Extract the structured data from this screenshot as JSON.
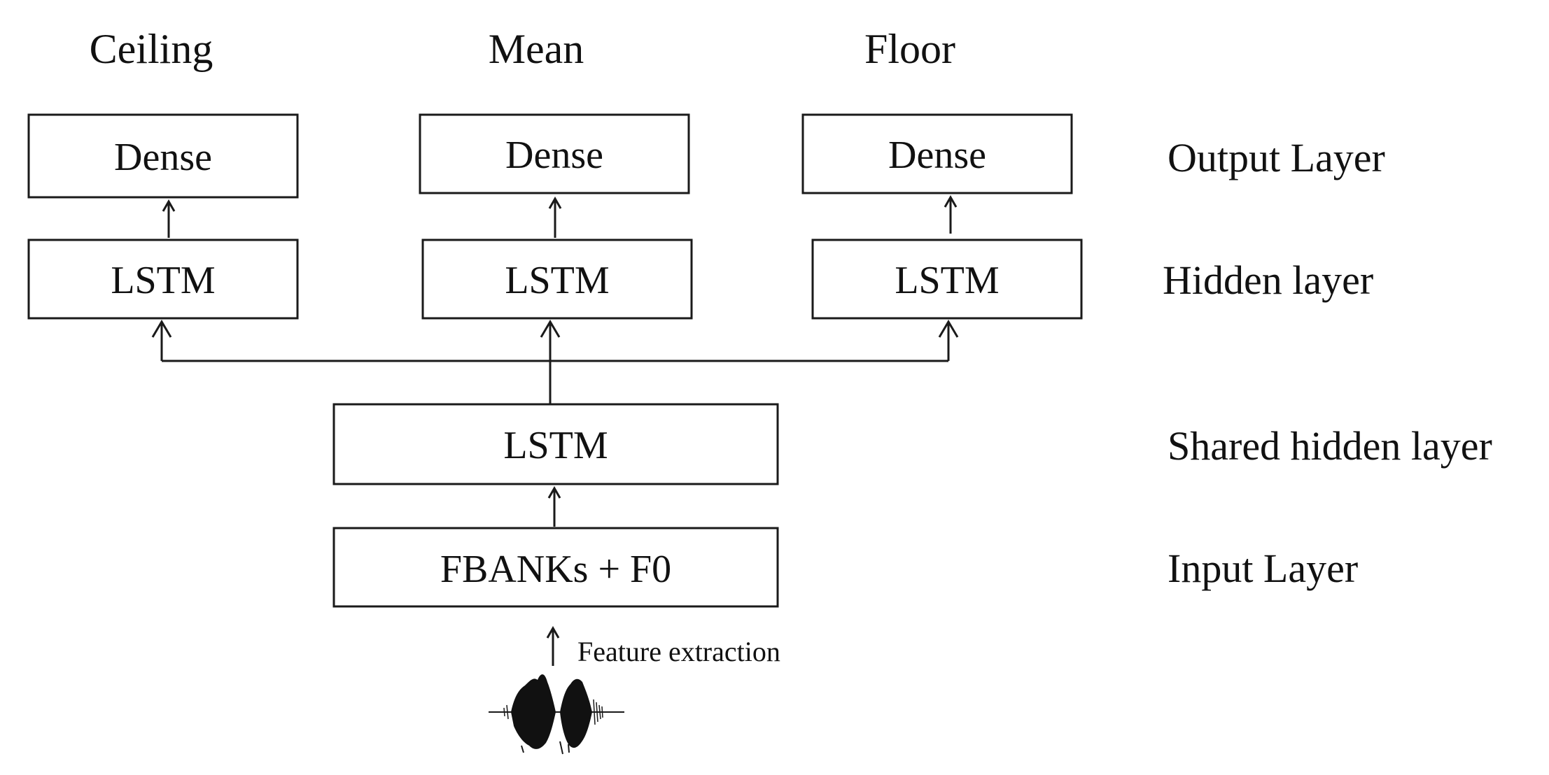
{
  "columns": {
    "ceiling": {
      "heading": "Ceiling",
      "output": "Dense",
      "hidden": "LSTM"
    },
    "mean": {
      "heading": "Mean",
      "output": "Dense",
      "hidden": "LSTM"
    },
    "floor": {
      "heading": "Floor",
      "output": "Dense",
      "hidden": "LSTM"
    }
  },
  "shared": {
    "label": "LSTM"
  },
  "input": {
    "label": "FBANKs + F0"
  },
  "feature_note": "Feature extraction",
  "layers": {
    "output": "Output Layer",
    "hidden": "Hidden layer",
    "shared": "Shared hidden layer",
    "input": "Input Layer"
  },
  "icons": {
    "waveform": "audio-waveform-icon"
  }
}
